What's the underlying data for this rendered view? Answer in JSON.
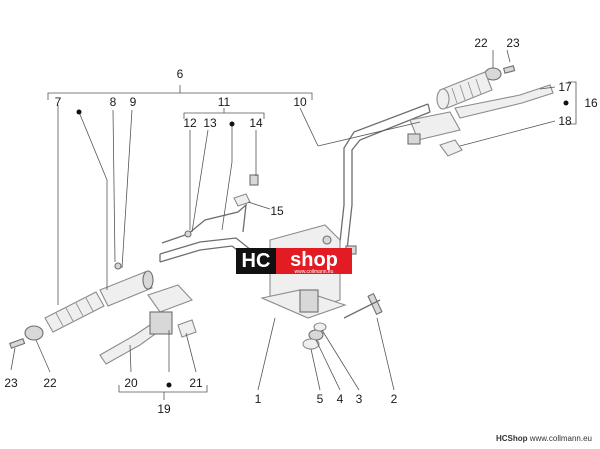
{
  "callouts": {
    "c1": "1",
    "c2": "2",
    "c3": "3",
    "c4": "4",
    "c5": "5",
    "c6": "6",
    "c7": "7",
    "c8": "8",
    "c9": "9",
    "c10": "10",
    "c11": "11",
    "c12": "12",
    "c13": "13",
    "c14": "14",
    "c15": "15",
    "c16": "16",
    "c17": "17",
    "c18": "18",
    "c19": "19",
    "c20": "20",
    "c21": "21",
    "c22a": "22",
    "c22b": "22",
    "c23a": "23",
    "c23b": "23"
  },
  "logo": {
    "hc": "HC",
    "shop": "shop",
    "url": "www.collmann.eu"
  },
  "footer": {
    "brand": "HCShop",
    "url": "www.collmann.eu"
  },
  "colors": {
    "logo_red": "#e31b23",
    "logo_black": "#111111"
  }
}
